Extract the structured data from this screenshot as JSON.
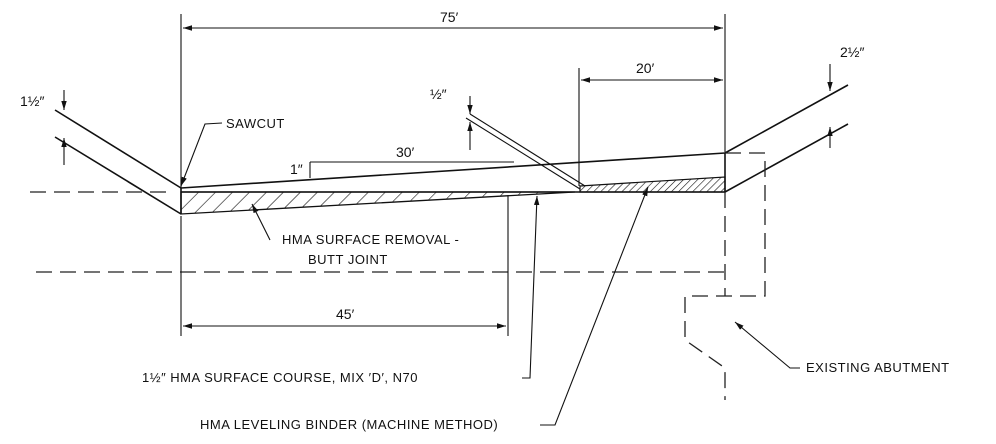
{
  "dimensions": {
    "overall": "75′",
    "right_segment": "20′",
    "left_lower": "45′",
    "upper_taper": "30′",
    "depth_left": "1½″",
    "depth_right": "2½″",
    "depth_mid": "½″",
    "depth_one_inch": "1″"
  },
  "labels": {
    "sawcut": "SAWCUT",
    "removal_line1": "HMA SURFACE REMOVAL -",
    "removal_line2": "BUTT JOINT",
    "surface_course": "1½″ HMA SURFACE COURSE, MIX ′D′, N70",
    "leveling_binder": "HMA LEVELING BINDER (MACHINE METHOD)",
    "existing_abutment": "EXISTING ABUTMENT"
  }
}
